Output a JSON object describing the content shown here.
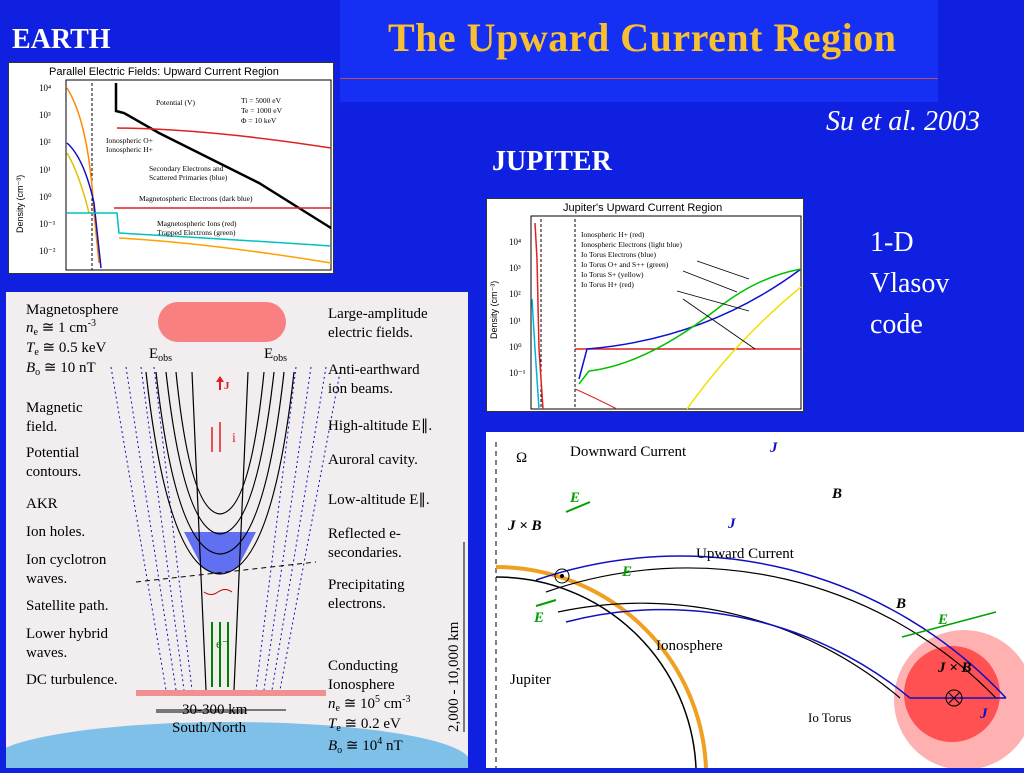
{
  "slide": {
    "title": "The Upward Current Region",
    "earth_label": "EARTH",
    "jupiter_label": "JUPITER",
    "reference": "Su et al. 2003",
    "vlasov_lines": [
      "1-D",
      "Vlasov",
      "code"
    ]
  },
  "earth_plot": {
    "title": "Parallel Electric Fields: Upward Current Region",
    "ylabel": "Density (cm⁻³)",
    "yticks": [
      "10⁴",
      "10³",
      "10²",
      "10¹",
      "10⁰",
      "10⁻¹",
      "10⁻²"
    ],
    "params": [
      "Ti = 5000 eV",
      "Te = 1000 eV",
      "Φ = 10 keV"
    ],
    "annotations": [
      "Potential (V)",
      "Ionospheric O+",
      "Ionospheric H+",
      "Secondary Electrons and",
      "Scattered Primaries (blue)",
      "Magnetospheric Electrons (dark blue)",
      "Magnetospheric Ions (red)",
      "Trapped Electrons (green)"
    ]
  },
  "jupiter_plot": {
    "title": "Jupiter's Upward Current Region",
    "ylabel": "Density (cm⁻³)",
    "yticks": [
      "10⁴",
      "10³",
      "10²",
      "10¹",
      "10⁰",
      "10⁻¹"
    ],
    "legend": [
      "Ionospheric H+ (red)",
      "Ionospheric Electrons (light blue)",
      "Io Torus Electrons (blue)",
      "Io Torus O+ and S++ (green)",
      "Io Torus S+ (yellow)",
      "Io Torus H+ (red)"
    ]
  },
  "schematic": {
    "magnetosphere": "Magnetosphere",
    "ne_top": "n",
    "ne_top_sub": "e",
    "ne_top_val": " ≅ 1 cm",
    "ne_top_sup": "-3",
    "te_top": "T",
    "te_top_sub": "e",
    "te_top_val": " ≅ 0.5 keV",
    "bo_top": "B",
    "bo_top_sub": "o",
    "bo_top_val": " ≅ 10 nT",
    "eobs": "E",
    "eobs_sub": "obs",
    "j_label": "J",
    "iplus": "i",
    "left_labels": [
      "Magnetic",
      "field.",
      "Potential",
      "contours.",
      "AKR",
      "Ion holes.",
      "Ion cyclotron",
      "waves.",
      "Satellite path.",
      "Lower hybrid",
      "waves.",
      "DC turbulence."
    ],
    "right_labels": [
      "Large-amplitude",
      "electric fields.",
      "Anti-earthward",
      "ion beams.",
      "High-altitude E∥.",
      "Auroral cavity.",
      "Low-altitude E∥.",
      "Reflected e-",
      "secondaries.",
      "Precipitating",
      "electrons.",
      "Conducting",
      "Ionosphere"
    ],
    "ne_bot_val": " ≅ 10",
    "ne_bot_exp": "5",
    "ne_bot_unit": " cm",
    "te_bot_val": " ≅ 0.2 eV",
    "bo_bot_val": " ≅ 10",
    "bo_bot_exp": "4",
    "bo_bot_unit": " nT",
    "altitude": "2,000 - 10,000 km",
    "width": "30-300 km",
    "direction": "South/North",
    "e_minus": "e⁻"
  },
  "current_diagram": {
    "omega": "Ω",
    "downward": "Downward Current",
    "upward": "Upward Current",
    "ionosphere": "Ionosphere",
    "jupiter": "Jupiter",
    "io_torus": "Io Torus",
    "jxb": "J × B",
    "J": "J",
    "B": "B",
    "E": "E"
  },
  "colors": {
    "background": "#1020e0",
    "title": "#f8c030",
    "io_torus_glow": "#ff1010"
  }
}
